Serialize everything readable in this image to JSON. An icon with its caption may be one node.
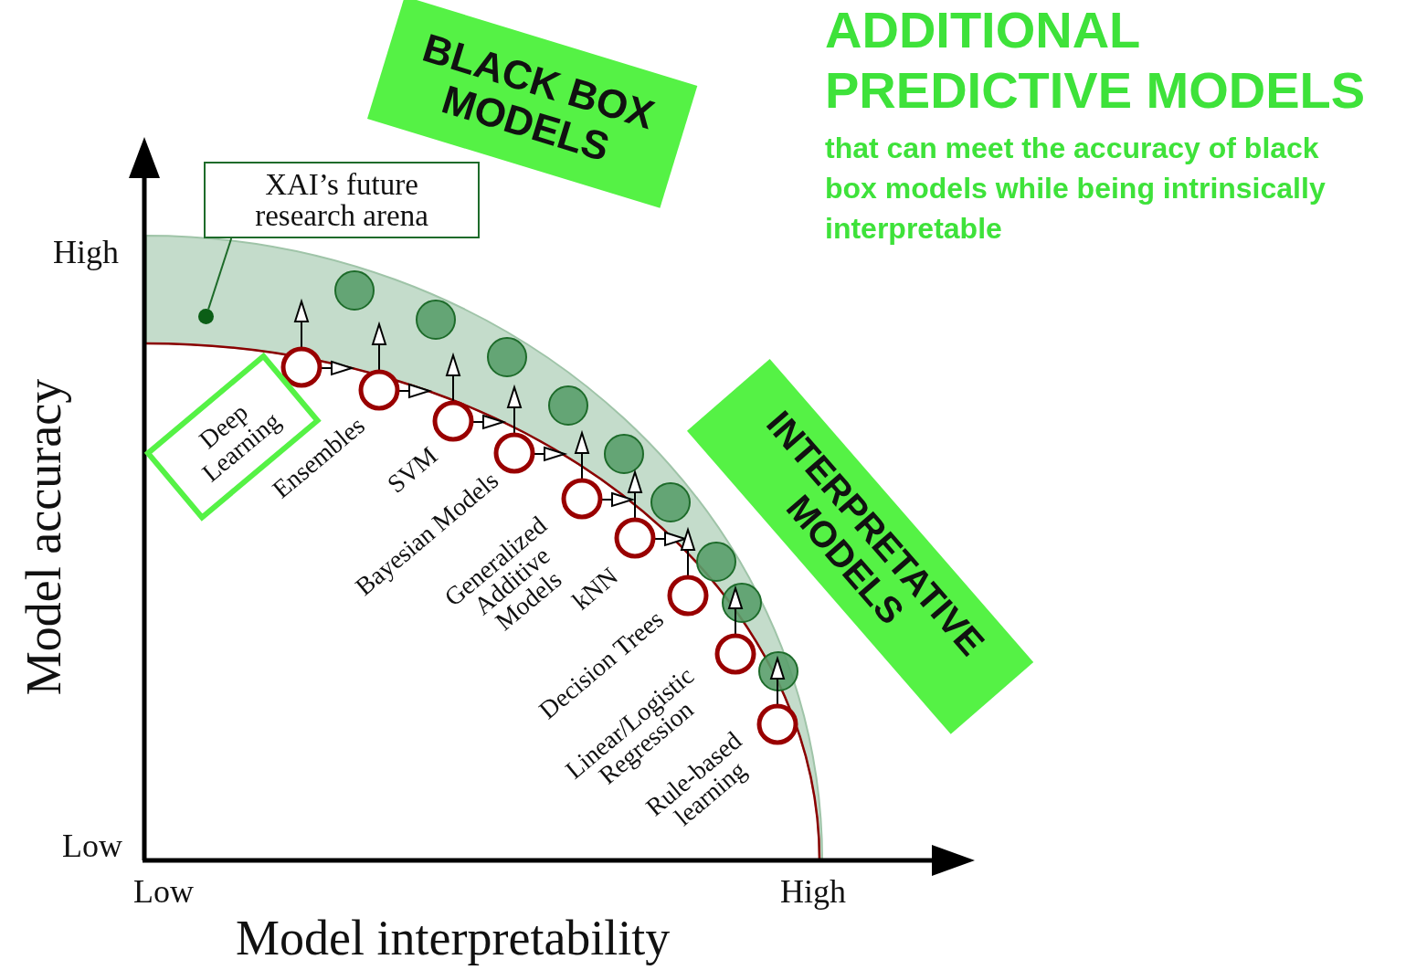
{
  "diagram": {
    "title": "ADDITIONAL PREDICTIVE MODELS",
    "nodes": [
      {
        "text": [
          "XAI’s future research arena"
        ]
      },
      {
        "text": [],
        "shape": "circle"
      },
      {
        "text": [
          "Deep Learning"
        ]
      },
      {
        "text": [
          "BLACK BOX MODELS"
        ]
      },
      {
        "text": [
          "INTERPRETATIVE MODELS"
        ]
      }
    ],
    "edges": [
      {
        "from": 0,
        "to": 1,
        "arrow": "none"
      }
    ],
    "labels": [
      "that can meet the accuracy of black box models while being intrinsically interpretable",
      "High",
      "Ensembles",
      "SVM",
      "Bayesian Models",
      "Generalized Additive Models",
      "kNN",
      "Decision Trees",
      "Linear/Logistic Regression",
      "Rule-based learning",
      "Model accuracy",
      "Low",
      "Low",
      "High",
      "Model interpretability"
    ]
  }
}
